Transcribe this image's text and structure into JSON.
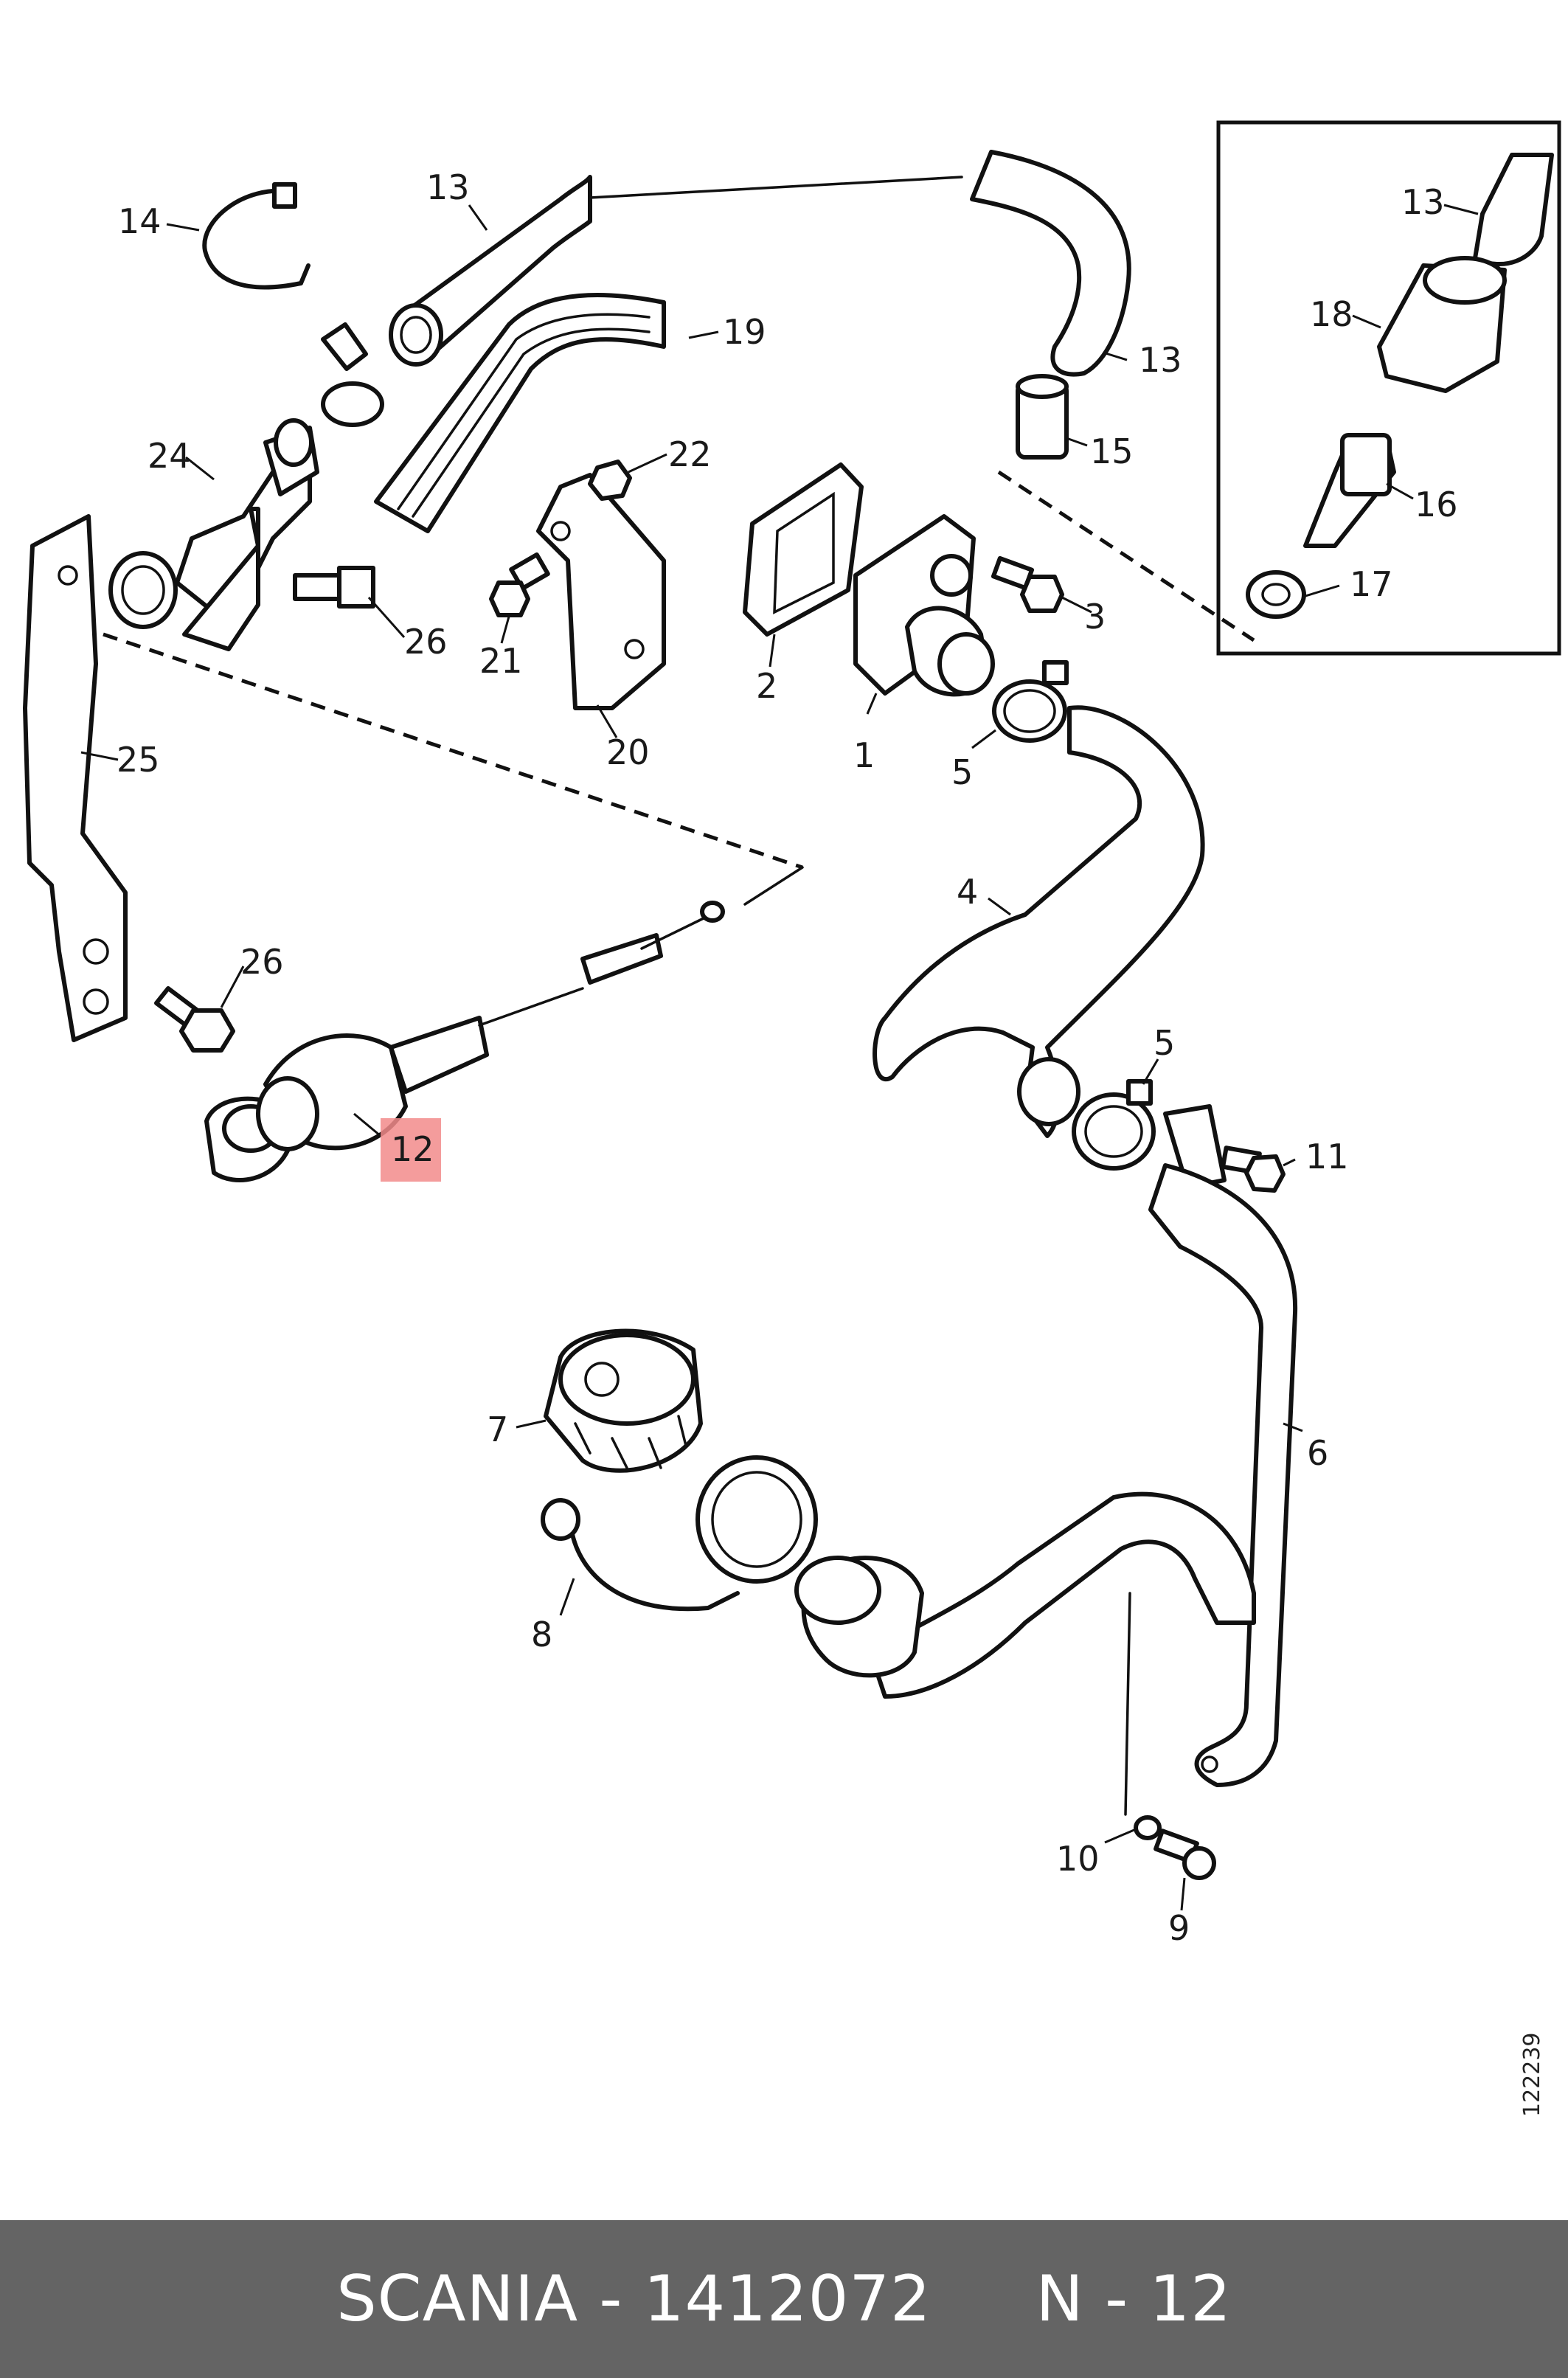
{
  "diagram": {
    "callouts": [
      "1",
      "2",
      "3",
      "4",
      "5",
      "5",
      "6",
      "7",
      "8",
      "9",
      "10",
      "11",
      "12",
      "13",
      "13",
      "13",
      "14",
      "15",
      "16",
      "17",
      "18",
      "19",
      "20",
      "21",
      "22",
      "24",
      "25",
      "26",
      "26"
    ],
    "highlighted_callout": "12",
    "highlight_color": "#f28b8b",
    "reference_code": "122239"
  },
  "footer": {
    "brand": "SCANIA",
    "part_number": "1412072",
    "position": "N - 12",
    "text": "SCANIA - 1412072     N - 12",
    "background": "#646464"
  }
}
